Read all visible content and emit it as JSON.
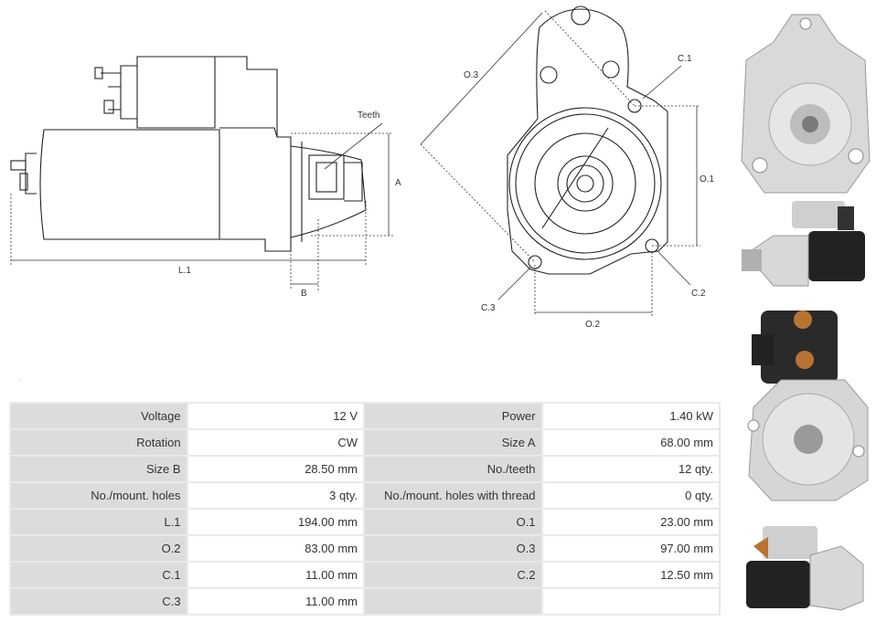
{
  "drawing_labels": {
    "teeth": "Teeth",
    "a": "A",
    "b": "B",
    "l1": "L.1",
    "o1": "O.1",
    "o2": "O.2",
    "o3": "O.3",
    "c1": "C.1",
    "c2": "C.2",
    "c3": "C.3"
  },
  "specs": [
    {
      "label_left": "Voltage",
      "value_left": "12 V",
      "label_right": "Power",
      "value_right": "1.40 kW"
    },
    {
      "label_left": "Rotation",
      "value_left": "CW",
      "label_right": "Size A",
      "value_right": "68.00 mm"
    },
    {
      "label_left": "Size B",
      "value_left": "28.50 mm",
      "label_right": "No./teeth",
      "value_right": "12 qty."
    },
    {
      "label_left": "No./mount. holes",
      "value_left": "3 qty.",
      "label_right": "No./mount. holes with thread",
      "value_right": "0 qty."
    },
    {
      "label_left": "L.1",
      "value_left": "194.00 mm",
      "label_right": "O.1",
      "value_right": "23.00 mm"
    },
    {
      "label_left": "O.2",
      "value_left": "83.00 mm",
      "label_right": "O.3",
      "value_right": "97.00 mm"
    },
    {
      "label_left": "C.1",
      "value_left": "11.00 mm",
      "label_right": "C.2",
      "value_right": "12.50 mm"
    },
    {
      "label_left": "C.3",
      "value_left": "11.00 mm",
      "label_right": "",
      "value_right": ""
    }
  ]
}
